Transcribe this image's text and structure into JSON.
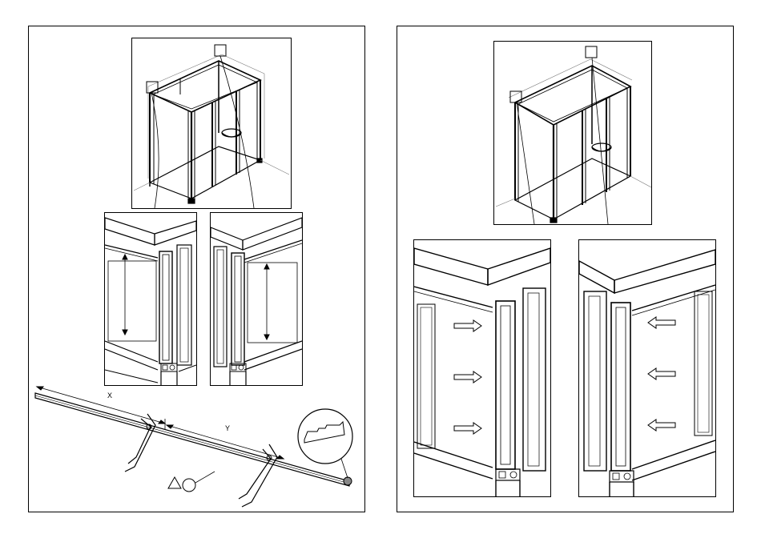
{
  "pages": [
    {
      "id": "left",
      "annotations": {
        "length_x": "X",
        "length_y": "Y"
      }
    },
    {
      "id": "right"
    }
  ],
  "icons": [
    "triangle-icon",
    "circle-icon",
    "arrow-right-icon",
    "arrow-left-icon",
    "clamp-icon",
    "profile-section-icon"
  ]
}
